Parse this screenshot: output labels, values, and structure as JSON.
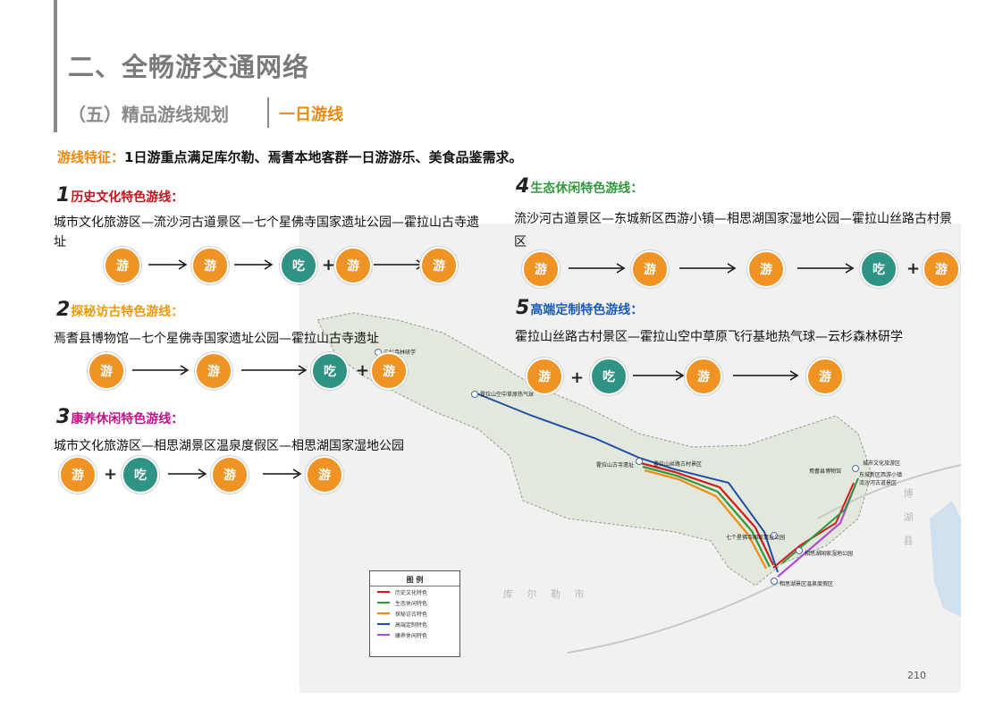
{
  "header": {
    "title": "二、全畅游交通网络",
    "subtitle": "（五）精品游线规划",
    "subtitle_tag": "一日游线"
  },
  "feature": {
    "key": "游线特征：",
    "text": "1日游重点满足库尔勒、焉耆本地客群一日游游乐、美食品鉴需求。"
  },
  "routes": [
    {
      "num": "1",
      "title": "历史文化特色游线：",
      "color": "#c0141c",
      "desc": "城市文化旅游区—流沙河古道景区—七个星佛寺国家遗址公园—霍拉山古寺遗址"
    },
    {
      "num": "2",
      "title": "探秘访古特色游线：",
      "color": "#e89a10",
      "desc": "焉耆县博物馆—七个星佛寺国家遗址公园—霍拉山古寺遗址"
    },
    {
      "num": "3",
      "title": "康养休闲特色游线：",
      "color": "#c0148c",
      "desc": "城市文化旅游区—相思湖景区温泉度假区—相思湖国家湿地公园"
    },
    {
      "num": "4",
      "title": "生态休闲特色游线：",
      "color": "#2f9a3c",
      "desc": "流沙河古道景区—东城新区西游小镇—相思湖国家湿地公园—霍拉山丝路古村景区"
    },
    {
      "num": "5",
      "title": "高端定制特色游线：",
      "color": "#1a5bb8",
      "desc": "霍拉山丝路古村景区—霍拉山空中草原飞行基地热气球—云杉森林研学"
    }
  ],
  "nodes": {
    "you": "游",
    "chi": "吃",
    "plus": "+"
  },
  "map": {
    "labels": {
      "l1": "霍拉山空中草原热气球",
      "l2": "云杉森林研学",
      "l3": "霍拉山古寺遗址",
      "l4": "霍拉山丝路古村景区",
      "l5": "七个星佛寺国家遗址公园",
      "l6": "相思湖国家湿地公园",
      "l7": "相思湖景区温泉度假区",
      "l8": "焉耆县博物馆",
      "l9": "城市文化旅游区",
      "l10": "东城新区西游小镇",
      "l11": "流沙河古道景区",
      "big1": "库 尔 勒 市",
      "big2": "博 湖 县"
    }
  },
  "legend": {
    "title": "图 例",
    "items": [
      {
        "label": "历史文化特色",
        "color": "#d7191c"
      },
      {
        "label": "生态休闲特色",
        "color": "#2c9a3c"
      },
      {
        "label": "探秘访古特色",
        "color": "#f08a10"
      },
      {
        "label": "高端定制特色",
        "color": "#1f4fa8"
      },
      {
        "label": "康养休闲特色",
        "color": "#b24ad8"
      }
    ]
  },
  "page_number": "210"
}
